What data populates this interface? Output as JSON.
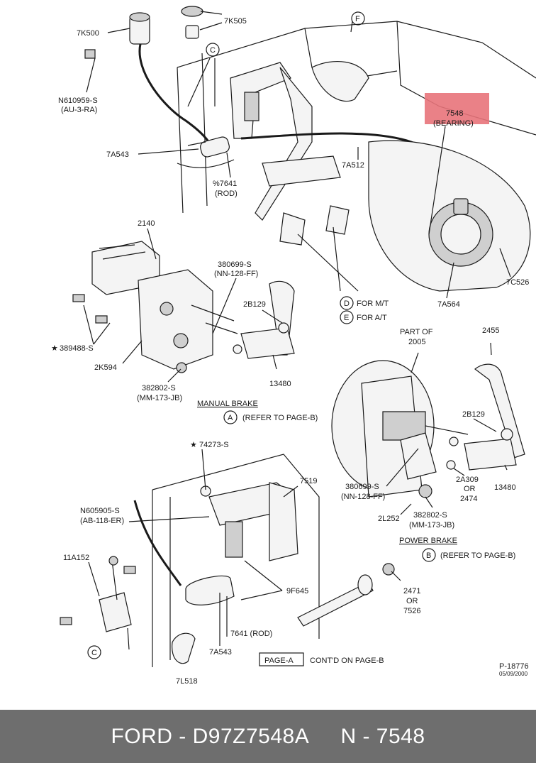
{
  "diagram": {
    "labels": {
      "top_7k500": "7K500",
      "top_7k505": "7K505",
      "top_f": "F",
      "top_n610959": "N610959-S",
      "top_au3ra": "(AU-3-RA)",
      "top_c": "C",
      "top_7548": "7548",
      "top_bearing": "(BEARING)",
      "top_7a543": "7A543",
      "top_7a512": "7A512",
      "top_7641": "%7641",
      "top_rod": "(ROD)",
      "top_7c526": "7C526",
      "top_7a564": "7A564",
      "top_d": "D",
      "top_for_mt": "FOR M/T",
      "top_e": "E",
      "top_for_at": "FOR A/T",
      "mb_2140": "2140",
      "mb_380699": "380699-S",
      "mb_nn128": "(NN-128-FF)",
      "mb_2b129": "2B129",
      "mb_389488": "389488-S",
      "mb_2k594": "2K594",
      "mb_382802": "382802-S",
      "mb_mm173": "(MM-173-JB)",
      "mb_13480": "13480",
      "mb_title": "MANUAL BRAKE",
      "mb_a": "A",
      "mb_refer": "(REFER TO PAGE-B)",
      "pb_part_of": "PART OF",
      "pb_2005": "2005",
      "pb_2455": "2455",
      "pb_2b129": "2B129",
      "pb_380699": "380699-S",
      "pb_nn128": "(NN-128-FF)",
      "pb_2a309": "2A309",
      "pb_or1": "OR",
      "pb_2474": "2474",
      "pb_13480": "13480",
      "pb_2l252": "2L252",
      "pb_382802": "382802-S",
      "pb_mm173": "(MM-173-JB)",
      "pb_title": "POWER BRAKE",
      "pb_b": "B",
      "pb_refer": "(REFER TO PAGE-B)",
      "lo_74273": "74273-S",
      "lo_7519": "7519",
      "lo_n605905": "N605905-S",
      "lo_ab118": "(AB-118-ER)",
      "lo_11a152": "11A152",
      "lo_9f645": "9F645",
      "lo_2471": "2471",
      "lo_or": "OR",
      "lo_7526": "7526",
      "lo_c": "C",
      "lo_7641": "7641 (ROD)",
      "lo_7a543": "7A543",
      "lo_page_a": "PAGE-A",
      "lo_contd": "CONT'D ON PAGE-B",
      "lo_7l518": "7L518",
      "ref_code": "P-18776",
      "ref_date": "05/09/2000"
    },
    "highlight_color": "#e8737a"
  },
  "footer": {
    "brand": "FORD",
    "separator": " - ",
    "part_number": "D97Z7548A",
    "number_prefix": "N - ",
    "number": "7548"
  },
  "colors": {
    "footer_bg": "#6e6e6e",
    "footer_text": "#ffffff"
  }
}
